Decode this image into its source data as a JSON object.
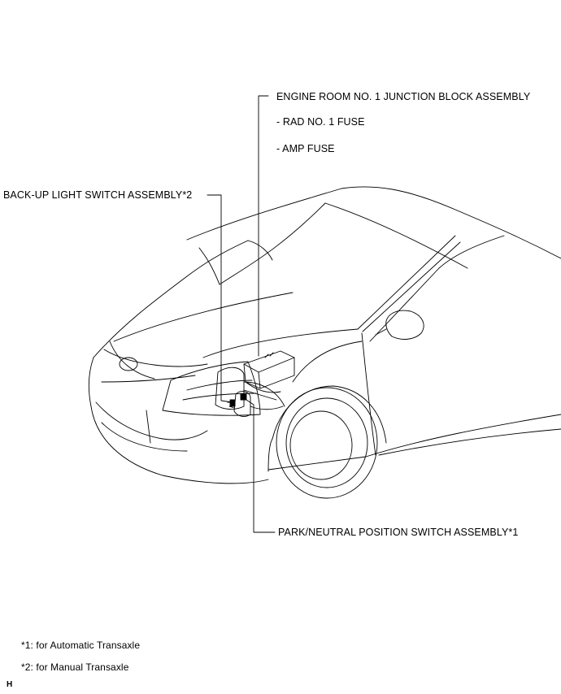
{
  "callouts": {
    "engine_room_junction_block": {
      "title": "ENGINE ROOM NO. 1 JUNCTION BLOCK ASSEMBLY",
      "items": [
        "- RAD NO. 1 FUSE",
        "- AMP FUSE"
      ]
    },
    "back_up_light_switch": "BACK-UP LIGHT SWITCH ASSEMBLY*2",
    "park_neutral_switch": "PARK/NEUTRAL POSITION SWITCH ASSEMBLY*1"
  },
  "footnotes": [
    "*1: for Automatic Transaxle",
    "*2: for Manual Transaxle"
  ],
  "corner_mark": "H",
  "colors": {
    "line": "#000000",
    "background": "#ffffff"
  }
}
